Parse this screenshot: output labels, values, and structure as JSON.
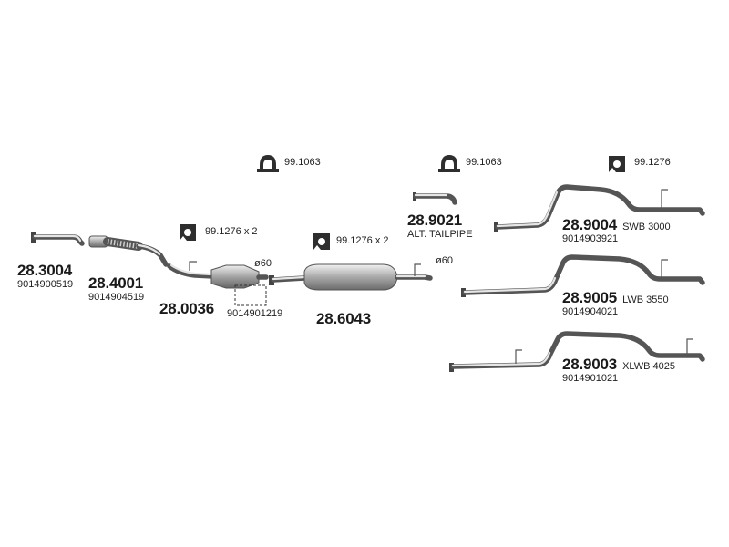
{
  "parts": {
    "p283004": {
      "number": "28.3004",
      "oem": "9014900519"
    },
    "p284001": {
      "number": "28.4001",
      "oem": "9014904519"
    },
    "p280036": {
      "number": "28.0036",
      "oem": "9014901219"
    },
    "p286043": {
      "number": "28.6043"
    },
    "p289021": {
      "number": "28.9021",
      "note": "ALT. TAILPIPE"
    },
    "p289004": {
      "number": "28.9004",
      "variant": "SWB 3000",
      "oem": "9014903921"
    },
    "p289005": {
      "number": "28.9005",
      "variant": "LWB 3550",
      "oem": "9014904021"
    },
    "p289003": {
      "number": "28.9003",
      "variant": "XLWB 4025",
      "oem": "9014901021"
    }
  },
  "accessories": {
    "clamp_left": "99.1063",
    "clamp_right": "99.1063",
    "mount_top_right": "99.1276",
    "mount_cat": "99.1276 x 2",
    "mount_muffler": "99.1276 x 2"
  },
  "dimensions": {
    "cat_outlet": "ø60",
    "muffler_outlet": "ø60"
  }
}
